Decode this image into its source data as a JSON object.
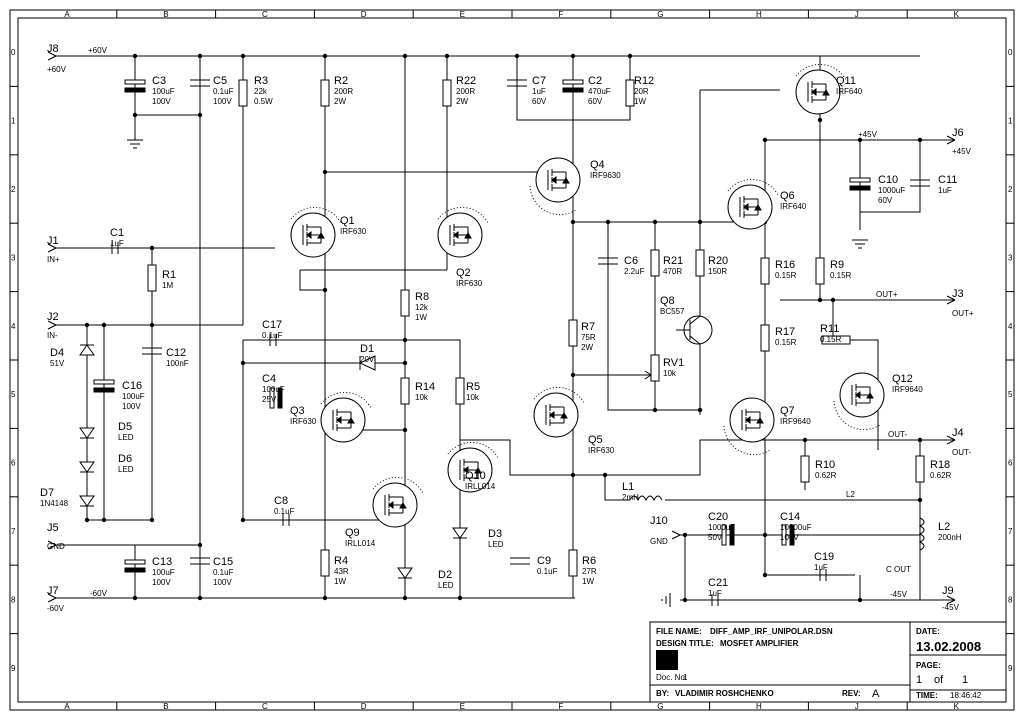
{
  "grid": {
    "cols": [
      "A",
      "B",
      "C",
      "D",
      "E",
      "F",
      "G",
      "H",
      "J",
      "K"
    ],
    "rows": [
      "0",
      "1",
      "2",
      "3",
      "4",
      "5",
      "6",
      "7",
      "8",
      "9"
    ]
  },
  "connectors": [
    {
      "ref": "J8",
      "net": "+60V"
    },
    {
      "ref": "J1",
      "net": "IN+"
    },
    {
      "ref": "J2",
      "net": "IN-"
    },
    {
      "ref": "J5",
      "net": "GND"
    },
    {
      "ref": "J7",
      "net": "-60V"
    },
    {
      "ref": "J6",
      "net": "+45V"
    },
    {
      "ref": "J3",
      "net": "OUT+"
    },
    {
      "ref": "J4",
      "net": "OUT-"
    },
    {
      "ref": "J10",
      "net": "GND"
    },
    {
      "ref": "J9",
      "net": "-45V"
    }
  ],
  "nets": {
    "top": "+60V",
    "bottom": "-60V",
    "pos45": "+45V",
    "neg45": "-45V",
    "outp": "OUT+",
    "outn": "OUT-",
    "l2": "L2",
    "cout": "C OUT"
  },
  "components": {
    "C3": [
      "C3",
      "100uF",
      "100V"
    ],
    "C5": [
      "C5",
      "0.1uF",
      "100V"
    ],
    "R3": [
      "R3",
      "22k",
      "0.5W"
    ],
    "R2": [
      "R2",
      "200R",
      "2W"
    ],
    "R22": [
      "R22",
      "200R",
      "2W"
    ],
    "C7": [
      "C7",
      "1uF",
      "60V"
    ],
    "C2": [
      "C2",
      "470uF",
      "60V"
    ],
    "R12": [
      "R12",
      "20R",
      "1W"
    ],
    "Q11": [
      "Q11",
      "IRF640"
    ],
    "C10": [
      "C10",
      "1000uF",
      "60V"
    ],
    "C11": [
      "C11",
      "1uF"
    ],
    "Q4": [
      "Q4",
      "IRF9630"
    ],
    "Q6": [
      "Q6",
      "IRF640"
    ],
    "C1": [
      "C1",
      "1uF"
    ],
    "R1": [
      "R1",
      "1M"
    ],
    "Q1": [
      "Q1",
      "IRF630"
    ],
    "Q2": [
      "Q2",
      "IRF630"
    ],
    "C6": [
      "C6",
      "2.2uF"
    ],
    "R21": [
      "R21",
      "470R"
    ],
    "R20": [
      "R20",
      "150R"
    ],
    "R16": [
      "R16",
      "0.15R"
    ],
    "R9": [
      "R9",
      "0.15R"
    ],
    "R8": [
      "R8",
      "12k",
      "1W"
    ],
    "R7": [
      "R7",
      "75R",
      "2W"
    ],
    "Q8": [
      "Q8",
      "BC557"
    ],
    "R17": [
      "R17",
      "0.15R"
    ],
    "R11": [
      "R11",
      "0.15R"
    ],
    "C17": [
      "C17",
      "0.1uF"
    ],
    "D1": [
      "D1",
      "20V"
    ],
    "C12": [
      "C12",
      "100nF"
    ],
    "D4": [
      "D4",
      "51V"
    ],
    "C16": [
      "C16",
      "100uF",
      "100V"
    ],
    "RV1": [
      "RV1",
      "10k"
    ],
    "C4": [
      "C4",
      "100uF",
      "25V"
    ],
    "R14": [
      "R14",
      "10k"
    ],
    "R5": [
      "R5",
      "10k"
    ],
    "Q3": [
      "Q3",
      "IRF630"
    ],
    "Q12": [
      "Q12",
      "IRF9640"
    ],
    "Q7": [
      "Q7",
      "IRF9640"
    ],
    "Q5": [
      "Q5",
      "IRF630"
    ],
    "D5": [
      "D5",
      "LED"
    ],
    "D6": [
      "D6",
      "LED"
    ],
    "R10": [
      "R10",
      "0.62R"
    ],
    "R18": [
      "R18",
      "0.62R"
    ],
    "D7": [
      "D7",
      "1N4148"
    ],
    "Q10": [
      "Q10",
      "IRLL014"
    ],
    "L1": [
      "L1",
      "2mH"
    ],
    "C8": [
      "C8",
      "0.1uF"
    ],
    "Q9": [
      "Q9",
      "IRLL014"
    ],
    "D3": [
      "D3",
      "LED"
    ],
    "C20": [
      "C20",
      "1000uF",
      "50V"
    ],
    "C14": [
      "C14",
      "10000uF",
      "100V"
    ],
    "L2": [
      "L2",
      "200nH"
    ],
    "C13": [
      "C13",
      "100uF",
      "100V"
    ],
    "C15": [
      "C15",
      "0.1uF",
      "100V"
    ],
    "R4": [
      "R4",
      "43R",
      "1W"
    ],
    "D2": [
      "D2",
      "LED"
    ],
    "C9": [
      "C9",
      "0.1uF"
    ],
    "R6": [
      "R6",
      "27R",
      "1W"
    ],
    "C19": [
      "C19",
      "1uF"
    ],
    "C21": [
      "C21",
      "1uF"
    ]
  },
  "title_block": {
    "file_name_label": "FILE NAME:",
    "file_name": "DIFF_AMP_IRF_UNIPOLAR.DSN",
    "design_title_label": "DESIGN TITLE:",
    "design_title": "MOSFET AMPLIFIER",
    "doc_no_label": "Doc. No:",
    "doc_no": "1",
    "by_label": "BY:",
    "by": "VLADIMIR ROSHCHENKO",
    "rev_label": "REV:",
    "rev": "A",
    "date_label": "DATE:",
    "date": "13.02.2008",
    "page_label": "PAGE:",
    "page": "1",
    "page_of": "of",
    "page_total": "1",
    "time_label": "TIME:",
    "time": "18:46:42"
  }
}
